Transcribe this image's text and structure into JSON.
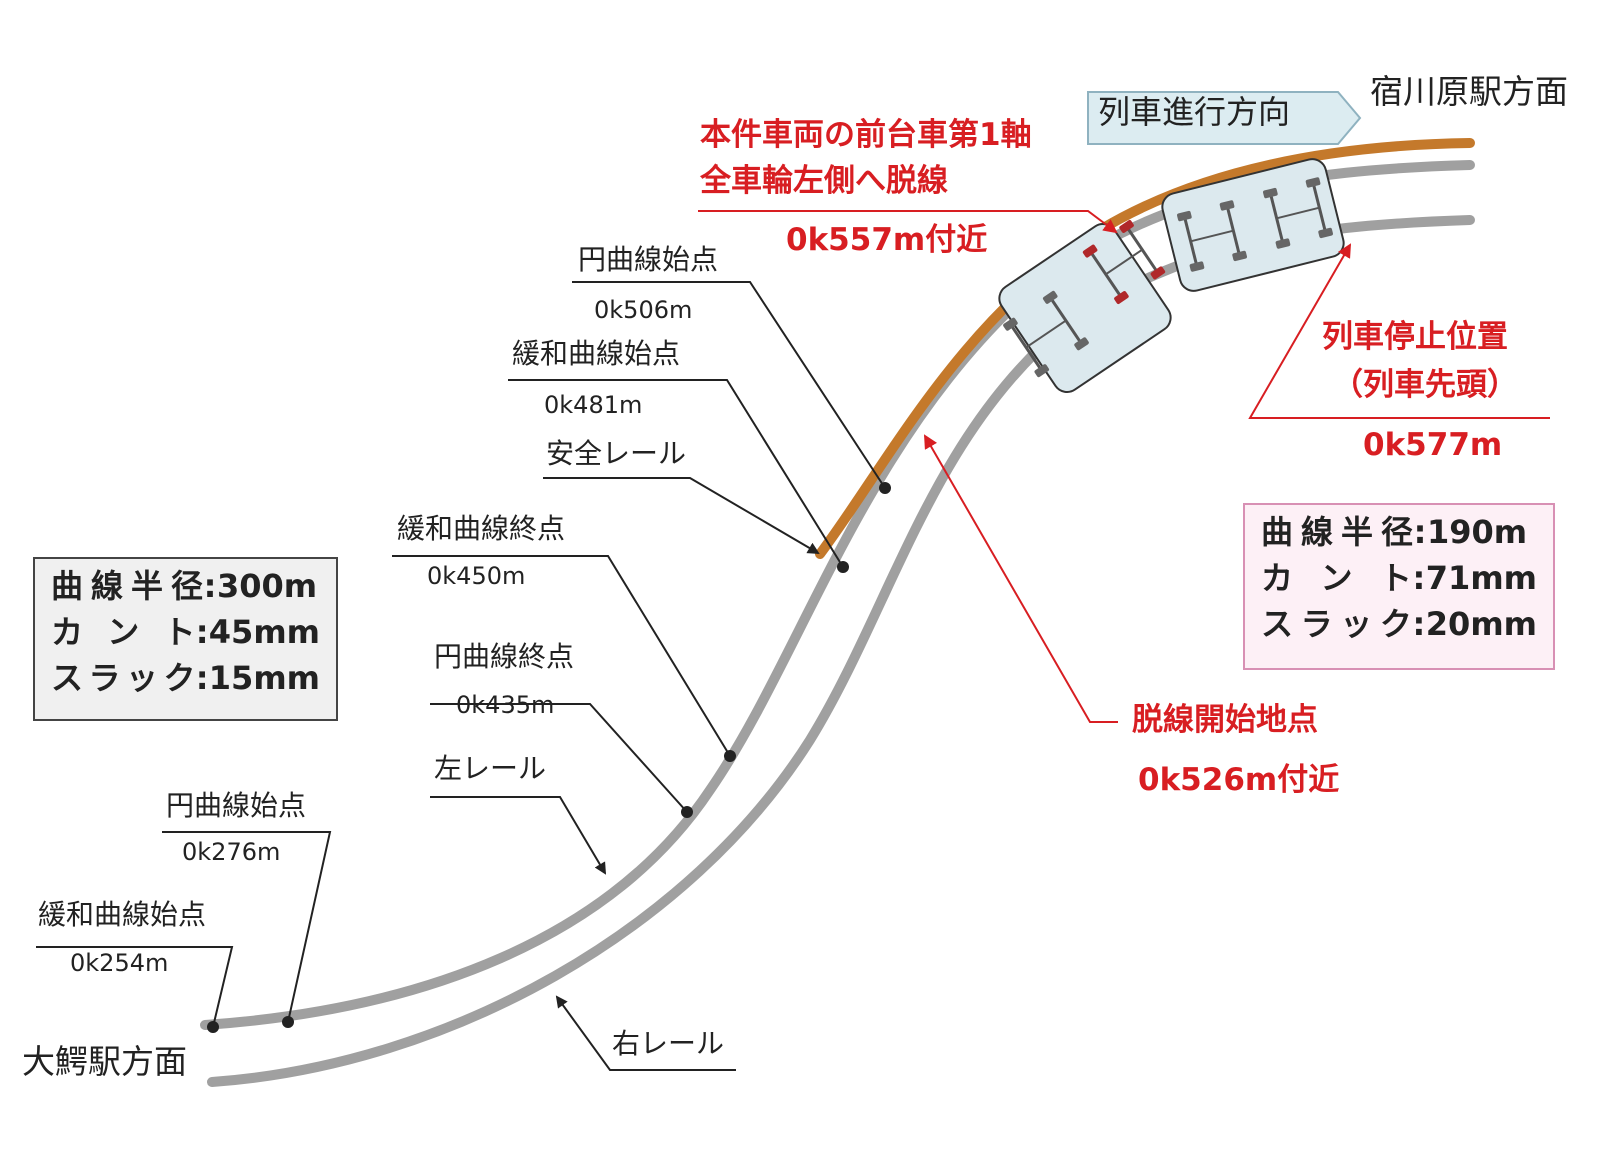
{
  "stations": {
    "left": "大鰐駅方面",
    "right": "宿川原駅方面"
  },
  "direction_label": "列車進行方向",
  "rail_labels": {
    "left_rail": "左レール",
    "right_rail": "右レール",
    "safety_rail": "安全レール"
  },
  "points": {
    "p254": {
      "name": "緩和曲線始点",
      "km": "0k254m"
    },
    "p276": {
      "name": "円曲線始点",
      "km": "0k276m"
    },
    "p435": {
      "name": "円曲線終点",
      "km": "0k435m"
    },
    "p450": {
      "name": "緩和曲線終点",
      "km": "0k450m"
    },
    "p481": {
      "name": "緩和曲線始点",
      "km": "0k481m"
    },
    "p506": {
      "name": "円曲線始点",
      "km": "0k506m"
    }
  },
  "derail": {
    "line1": "本件車両の前台車第1軸",
    "line2": "全車輪左側へ脱線",
    "km": "0k557m付近"
  },
  "start_point": {
    "name": "脱線開始地点",
    "km": "0k526m付近"
  },
  "stop_point": {
    "line1": "列車停止位置",
    "line2": "（列車先頭）",
    "km": "0k577m"
  },
  "curve_left": {
    "rows": [
      {
        "key": "曲線半径",
        "value": "300m"
      },
      {
        "key": "カ ン ト",
        "value": "45mm"
      },
      {
        "key": "スラック",
        "value": "15mm"
      }
    ]
  },
  "curve_right": {
    "rows": [
      {
        "key": "曲線半径",
        "value": "190m"
      },
      {
        "key": "カ ン ト",
        "value": "71mm"
      },
      {
        "key": "スラック",
        "value": "20mm"
      }
    ]
  },
  "colors": {
    "rail": "#a0a0a0",
    "safety_rail": "#c4792b",
    "accent_red": "#d81e22",
    "car_fill": "#dce9ee",
    "arrow_fill": "#dcecf1"
  }
}
